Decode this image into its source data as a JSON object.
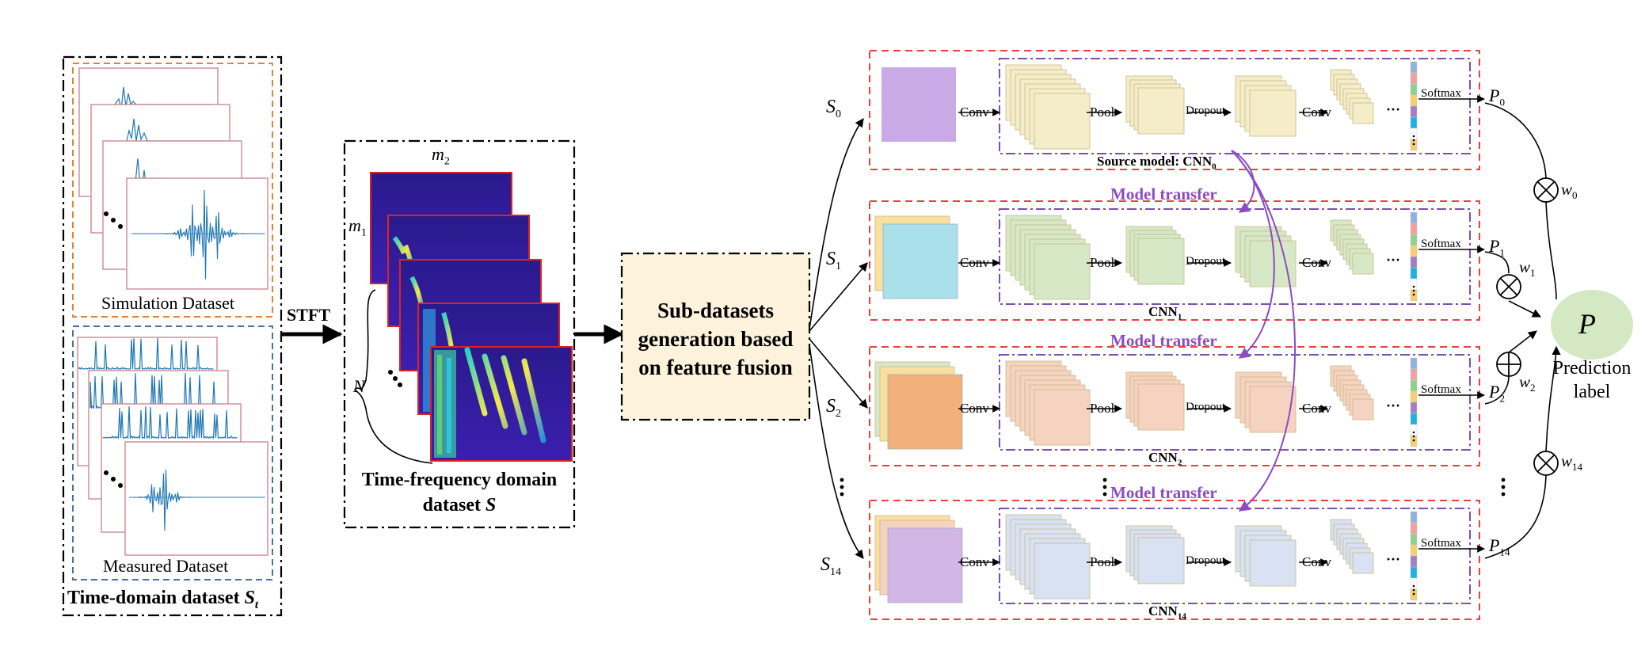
{
  "left": {
    "simulation_label": "Simulation Dataset",
    "measured_label": "Measured Dataset",
    "box_title_main": "Time-domain dataset ",
    "box_title_var": "S",
    "box_title_sub": "t"
  },
  "stft_label": "STFT",
  "tf": {
    "m2": "m",
    "m2_sub": "2",
    "m1": "m",
    "m1_sub": "1",
    "n_label": "N",
    "title_line1": "Time-frequency domain",
    "title_line2_main": "dataset ",
    "title_line2_var": "S"
  },
  "subgen": {
    "line1": "Sub-datasets",
    "line2": "generation based",
    "line3": "on feature fusion"
  },
  "rows": [
    {
      "s_main": "S",
      "s_sub": "0",
      "caption_main": "Source model:  CNN",
      "caption_sub": "0",
      "p_main": "P",
      "p_sub": "0",
      "w_main": "w",
      "w_sub": "0"
    },
    {
      "s_main": "S",
      "s_sub": "1",
      "caption_main": "CNN",
      "caption_sub": "1",
      "p_main": "P",
      "p_sub": "1",
      "w_main": "w",
      "w_sub": "1"
    },
    {
      "s_main": "S",
      "s_sub": "2",
      "caption_main": "CNN",
      "caption_sub": "2",
      "p_main": "P",
      "p_sub": "2",
      "w_main": "w",
      "w_sub": "2"
    },
    {
      "s_main": "S",
      "s_sub": "14",
      "caption_main": "CNN",
      "caption_sub": "14",
      "p_main": "P",
      "p_sub": "14",
      "w_main": "w",
      "w_sub": "14"
    }
  ],
  "cnn_labels": {
    "conv": "Conv",
    "pool": "Pool",
    "dropout": "Dropout",
    "softmax": "Softmax",
    "ellipsis": "···"
  },
  "model_transfer": "Model transfer",
  "prediction": {
    "symbol": "P",
    "line1": "Prediction",
    "line2": "label"
  },
  "colors": {
    "row0_fill": "#f5ecc8",
    "row0_input": "#c9a9e6",
    "row1_fill": "#d6e8c6",
    "row1_input": "#a9e0ea",
    "row2_fill": "#f6d3c0",
    "row2_input": "#f3b07a",
    "row3_fill": "#d8e2f2",
    "row3_input": "#d2b6e6",
    "red_dash": "#e8403f",
    "purple_dash": "#7b4fb0",
    "orange_dash": "#e0833a",
    "blue_dash": "#4a6fa5",
    "transfer": "#8c4bc4",
    "pred_fill": "#d4e8c4",
    "subgen_fill": "#fdf3dc"
  }
}
